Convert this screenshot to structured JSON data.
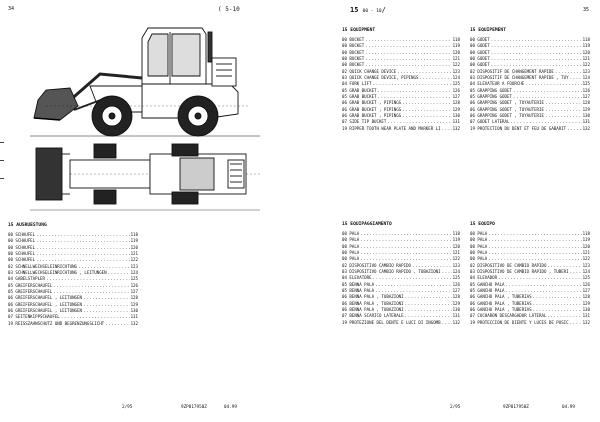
{
  "left_page": {
    "page_number": "34",
    "header_note": "5-10",
    "section": {
      "title": "15 AUSRUESTUNG",
      "items": [
        {
          "label": "00 SCHAUFEL",
          "page": "118"
        },
        {
          "label": "00 SCHAUFEL",
          "page": "119"
        },
        {
          "label": "00 SCHAUFEL",
          "page": "120"
        },
        {
          "label": "00 SCHAUFEL",
          "page": "121"
        },
        {
          "label": "00 SCHAUFEL",
          "page": "122"
        },
        {
          "label": "02 SCHNELLWECHSELEINRICHTUNG",
          "page": "123"
        },
        {
          "label": "03 SCHNELLWECHSELEINRICHTUNG , LEITUNGEN",
          "page": "124"
        },
        {
          "label": "04 GABELSTAPLER",
          "page": "125"
        },
        {
          "label": "05 GREIFERSCHAUFEL",
          "page": "126"
        },
        {
          "label": "05 GREIFERSCHAUFEL",
          "page": "127"
        },
        {
          "label": "06 GREIFERSCHAUFEL , LEITUNGEN",
          "page": "128"
        },
        {
          "label": "06 GREIFERSCHAUFEL , LEITUNGEN",
          "page": "129"
        },
        {
          "label": "06 GREIFERSCHAUFEL , LEITUNGEN",
          "page": "130"
        },
        {
          "label": "07 SEITENKIPPSCHAUFEL",
          "page": "131"
        },
        {
          "label": "19 REISSZAHNSCHUTZ UND BEGRENZUNGSLICHT",
          "page": "132"
        }
      ]
    },
    "footer": {
      "left": "2/95",
      "code": "9ZP817950Z",
      "date": "04.99"
    }
  },
  "right_page": {
    "page_number": "35",
    "chapter_header": "15",
    "chapter_sub": "00 - 10",
    "sections": [
      {
        "id": "en",
        "title": "15 EQUIPMENT",
        "items": [
          {
            "label": "00 BUCKET",
            "page": "118"
          },
          {
            "label": "00 BUCKET",
            "page": "119"
          },
          {
            "label": "00 BUCKET",
            "page": "120"
          },
          {
            "label": "00 BUCKET",
            "page": "121"
          },
          {
            "label": "00 BUCKET",
            "page": "122"
          },
          {
            "label": "02 QUICK CHANGE DEVICE",
            "page": "123"
          },
          {
            "label": "03 QUICK CHANGE DEVICE, PIPINGS",
            "page": "124"
          },
          {
            "label": "04 FORK LIFT",
            "page": "125"
          },
          {
            "label": "05 GRAB BUCKET",
            "page": "126"
          },
          {
            "label": "05 GRAB BUCKET",
            "page": "127"
          },
          {
            "label": "06 GRAB BUCKET , PIPINGS",
            "page": "128"
          },
          {
            "label": "06 GRAB BUCKET , PIPINGS",
            "page": "129"
          },
          {
            "label": "06 GRAB BUCKET , PIPINGS",
            "page": "130"
          },
          {
            "label": "07 SIDE TIP BUCKET",
            "page": "131"
          },
          {
            "label": "19 RIPPER TOOTH WEAR PLATE AND MARKER LI",
            "page": "132"
          }
        ]
      },
      {
        "id": "fr",
        "title": "15 EQUIPEMENT",
        "items": [
          {
            "label": "00 GODET",
            "page": "118"
          },
          {
            "label": "00 GODET",
            "page": "119"
          },
          {
            "label": "00 GODET",
            "page": "120"
          },
          {
            "label": "00 GODET",
            "page": "121"
          },
          {
            "label": "00 GODET",
            "page": "122"
          },
          {
            "label": "02 DISPOSITIF DE CHANGEMENT RAPIDE",
            "page": "123"
          },
          {
            "label": "03 DISPOSITIF DE CHANGEMENT RAPIDE , TUY",
            "page": "124"
          },
          {
            "label": "04 ELEVATEUR A FOURCHE",
            "page": "125"
          },
          {
            "label": "05 GRAPPING GODET",
            "page": "126"
          },
          {
            "label": "05 GRAPPING GODET",
            "page": "127"
          },
          {
            "label": "06 GRAPPING GODET , TUYAUTERIE",
            "page": "128"
          },
          {
            "label": "06 GRAPPING GODET , TUYAUTERIE",
            "page": "129"
          },
          {
            "label": "06 GRAPPING GODET , TUYAUTERIE",
            "page": "130"
          },
          {
            "label": "07 GODET LATERAL",
            "page": "131"
          },
          {
            "label": "19 PROTECTION DU DENT ET FEU DE GABARIT",
            "page": "132"
          }
        ]
      },
      {
        "id": "it",
        "title": "15 EQUIPAGGIAMENTO",
        "items": [
          {
            "label": "00 PALA",
            "page": "118"
          },
          {
            "label": "00 PALA",
            "page": "119"
          },
          {
            "label": "00 PALA",
            "page": "120"
          },
          {
            "label": "00 PALA",
            "page": "121"
          },
          {
            "label": "00 PALA",
            "page": "122"
          },
          {
            "label": "02 DISPOSITIVO CAMBIO RAPIDO",
            "page": "123"
          },
          {
            "label": "03 DISPOSITIVO CAMBIO RAPIDO , TUBAZIONI",
            "page": "124"
          },
          {
            "label": "04 ELEVATORE",
            "page": "125"
          },
          {
            "label": "05 BENNA PALA",
            "page": "126"
          },
          {
            "label": "05 BENNA PALA",
            "page": "127"
          },
          {
            "label": "06 BENNA PALA , TUBAZIONI",
            "page": "128"
          },
          {
            "label": "06 BENNA PALA , TUBAZIONI",
            "page": "129"
          },
          {
            "label": "06 BENNA PALA , TUBAZIONI",
            "page": "130"
          },
          {
            "label": "07 BENNA SCARICO LATERALE",
            "page": "131"
          },
          {
            "label": "19 PROTEZIONE DEL DENTE E LUCI DI INGOMB",
            "page": "132"
          }
        ]
      },
      {
        "id": "es",
        "title": "15 EQUIPO",
        "items": [
          {
            "label": "00 PALA",
            "page": "118"
          },
          {
            "label": "00 PALA",
            "page": "119"
          },
          {
            "label": "00 PALA",
            "page": "120"
          },
          {
            "label": "00 PALA",
            "page": "121"
          },
          {
            "label": "00 PALA",
            "page": "122"
          },
          {
            "label": "02 DISPOSITIVO DE CAMBIO RAPIDO",
            "page": "123"
          },
          {
            "label": "03 DISPOSITIVO DE CAMBIO RAPIDO , TUBERI",
            "page": "124"
          },
          {
            "label": "04 ELEVADOR",
            "page": "125"
          },
          {
            "label": "05 GANCHO PALA",
            "page": "126"
          },
          {
            "label": "05 GANCHO PALA",
            "page": "127"
          },
          {
            "label": "06 GANCHO PALA , TUBERIAS",
            "page": "128"
          },
          {
            "label": "06 GANCHO PALA , TUBERIAS",
            "page": "129"
          },
          {
            "label": "06 GANCHO PALA , TUBERIAS",
            "page": "130"
          },
          {
            "label": "07 CUCHARON DESCARGADOR LATERAL",
            "page": "131"
          },
          {
            "label": "19 PROTECCION DE DIENTE Y LUCES DE POSIC",
            "page": "132"
          }
        ]
      }
    ],
    "footer": {
      "left": "2/95",
      "code": "9ZP817950Z",
      "date": "04.99"
    }
  }
}
